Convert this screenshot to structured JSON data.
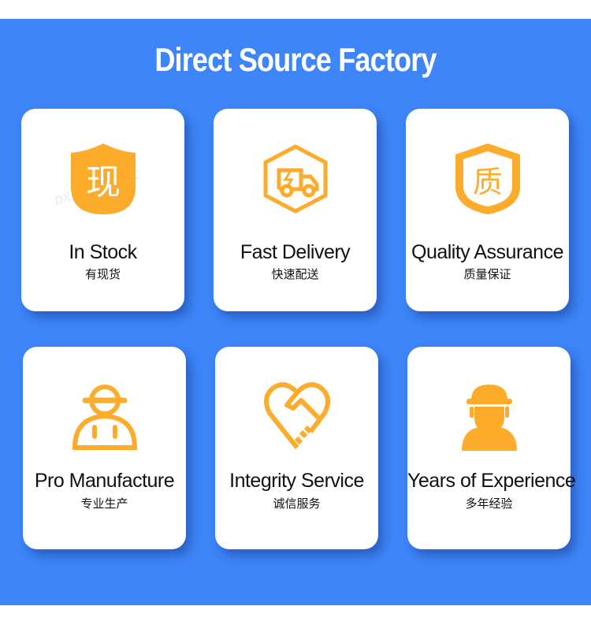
{
  "title": "Direct Source Factory",
  "watermark": "DX HYDRAULIC",
  "colors": {
    "background": "#3d85f8",
    "accent": "#fdab2b",
    "card": "#ffffff"
  },
  "cards": [
    {
      "title": "In Stock",
      "subtitle": "有现货",
      "icon": "shield-stock-icon",
      "glyph": "现"
    },
    {
      "title": "Fast Delivery",
      "subtitle": "快速配送",
      "icon": "delivery-truck-icon"
    },
    {
      "title": "Quality Assurance",
      "subtitle": "质量保证",
      "icon": "quality-shield-icon",
      "glyph": "质"
    },
    {
      "title": "Pro Manufacture",
      "subtitle": "专业生产",
      "icon": "worker-icon"
    },
    {
      "title": "Integrity Service",
      "subtitle": "诚信服务",
      "icon": "handshake-heart-icon"
    },
    {
      "title": "Years of Experience",
      "subtitle": "多年经验",
      "icon": "engineer-icon"
    }
  ]
}
